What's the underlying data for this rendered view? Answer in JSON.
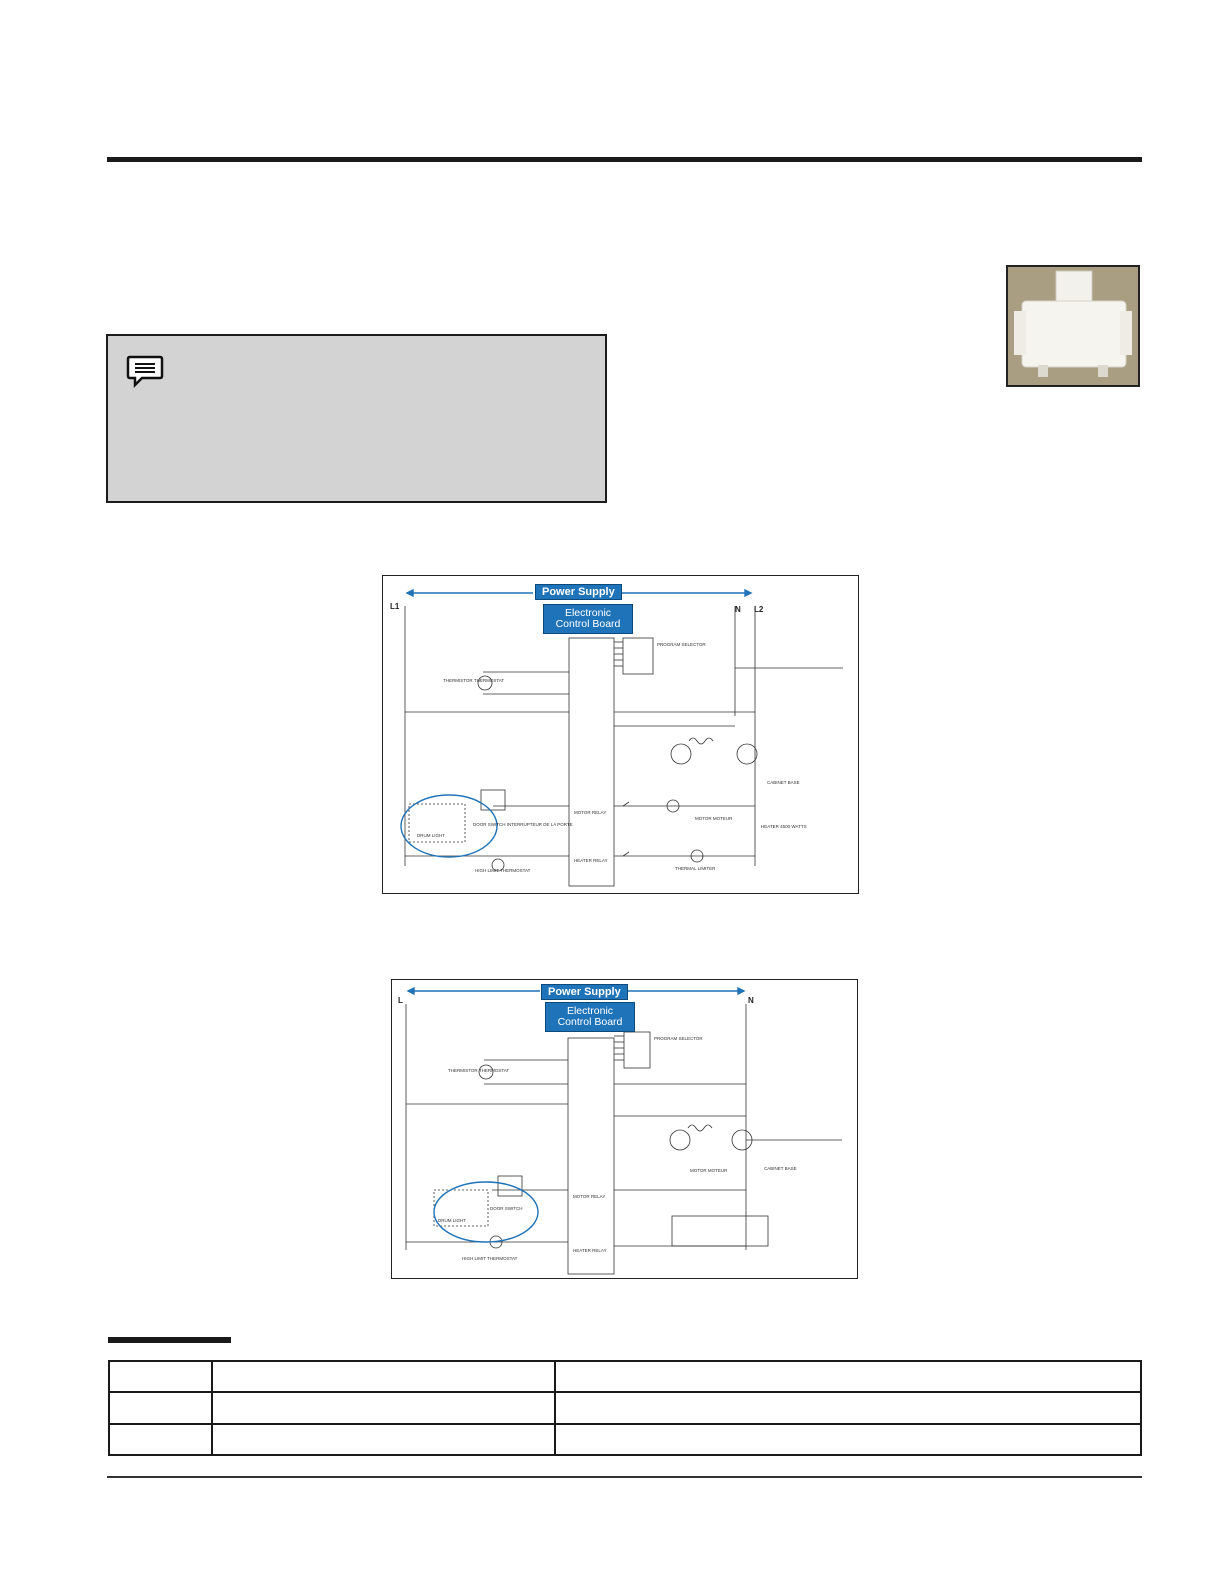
{
  "figure1": {
    "power_supply": "Power Supply",
    "control_board": "Electronic\nControl Board",
    "line_L1": "L1",
    "line_N": "N",
    "line_L2": "L2",
    "labels": [
      "THERMISTOR THERMOSTAT",
      "DOOR SWITCH INTERRUPTEUR DE LA PORTE",
      "MOTOR RELAY",
      "HEATER RELAY",
      "HEATER 4500 WATTS",
      "MOTOR MOTEUR",
      "HIGH LIMIT THERMOSTAT",
      "THERMAL LIMITER",
      "CABINET BASE",
      "PROGRAM SELECTOR",
      "DRUM LIGHT"
    ]
  },
  "figure2": {
    "power_supply": "Power Supply",
    "control_board": "Electronic\nControl Board",
    "line_L": "L",
    "line_N": "N",
    "labels": [
      "THERMISTOR THERMOSTAT",
      "DOOR SWITCH",
      "MOTOR RELAY",
      "HEATER RELAY",
      "MOTOR MOTEUR",
      "HIGH LIMIT THERMOSTAT",
      "PROGRAM SELECTOR",
      "DRUM LIGHT",
      "CABINET BASE"
    ]
  },
  "note": {
    "icon": "note-speech-icon"
  },
  "photo": {
    "icon": "door-switch-photo"
  },
  "table": {
    "rows": [
      [
        "",
        "",
        ""
      ],
      [
        "",
        "",
        ""
      ],
      [
        "",
        "",
        ""
      ]
    ]
  }
}
